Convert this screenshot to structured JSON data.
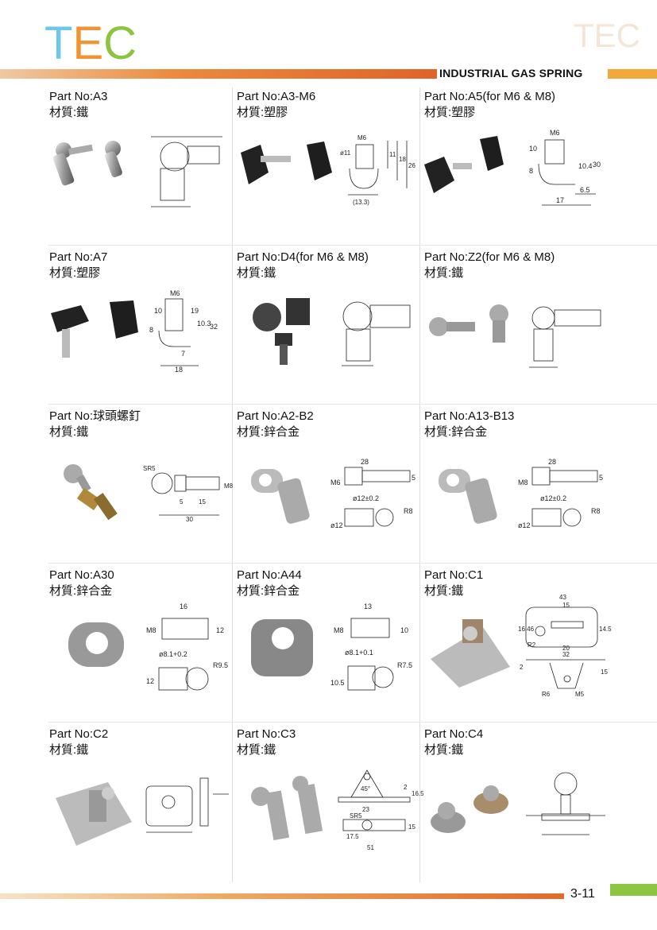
{
  "header": {
    "logo_t": "T",
    "logo_e": "E",
    "logo_c": "C",
    "watermark": "TEC",
    "title": "INDUSTRIAL GAS SPRING"
  },
  "colors": {
    "logo_t": "#6cc7e8",
    "logo_e": "#f19332",
    "logo_c": "#8bc53f",
    "bar": "#e0632a",
    "green": "#8dc63f"
  },
  "parts": [
    {
      "part_no": "Part No:A3",
      "material": "材質:鐵"
    },
    {
      "part_no": "Part No:A3-M6",
      "material": "材質:塑膠"
    },
    {
      "part_no": "Part No:A5(for M6 & M8)",
      "material": "材質:塑膠"
    },
    {
      "part_no": "Part No:A7",
      "material": "材質:塑膠"
    },
    {
      "part_no": "Part No:D4(for M6 & M8)",
      "material": "材質:鐵"
    },
    {
      "part_no": "Part No:Z2(for M6 & M8)",
      "material": "材質:鐵"
    },
    {
      "part_no": "Part No:球頭螺釘",
      "material": "材質:鐵"
    },
    {
      "part_no": "Part No:A2-B2",
      "material": "材質:鋅合金"
    },
    {
      "part_no": "Part No:A13-B13",
      "material": "材質:鋅合金"
    },
    {
      "part_no": "Part No:A30",
      "material": "材質:鋅合金"
    },
    {
      "part_no": "Part No:A44",
      "material": "材質:鋅合金"
    },
    {
      "part_no": "Part No:C1",
      "material": "材質:鐵"
    },
    {
      "part_no": "Part No:C2",
      "material": "材質:鐵"
    },
    {
      "part_no": "Part No:C3",
      "material": "材質:鐵"
    },
    {
      "part_no": "Part No:C4",
      "material": "材質:鐵"
    }
  ],
  "dims": {
    "a3m6": [
      "M6",
      "ø11",
      "11",
      "18",
      "26",
      "(13.3)"
    ],
    "a5": [
      "M6",
      "10",
      "8",
      "10.4",
      "30",
      "6.5",
      "17"
    ],
    "a7": [
      "M6",
      "10",
      "8",
      "19",
      "10.3",
      "32",
      "7",
      "18"
    ],
    "ball_screw": [
      "SR5",
      "M8",
      "5",
      "15",
      "30"
    ],
    "a2b2": [
      "28",
      "M6",
      "5",
      "ø12±0.2",
      "ø12",
      "R8"
    ],
    "a13b13": [
      "28",
      "M8",
      "5",
      "ø12±0.2",
      "ø12",
      "R8"
    ],
    "a30": [
      "16",
      "M8",
      "12",
      "ø8.1+0.2",
      "12",
      "R9.5"
    ],
    "a44": [
      "13",
      "M8",
      "10",
      "ø8.1+0.1",
      "10.5",
      "R7.5"
    ],
    "c1": [
      "43",
      "15",
      "16.46",
      "14.5",
      "R2",
      "20",
      "32",
      "2",
      "15",
      "R6",
      "M5"
    ],
    "c3": [
      "45°",
      "2",
      "16.5",
      "23",
      "SR5",
      "15",
      "17.5",
      "51"
    ]
  },
  "footer": {
    "page": "3-11"
  }
}
